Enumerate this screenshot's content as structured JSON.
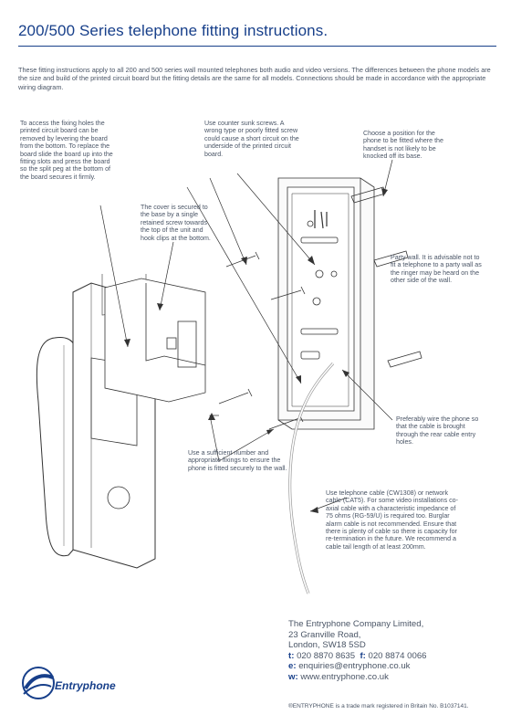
{
  "title": "200/500 Series telephone fitting instructions.",
  "intro": "These fitting instructions apply to all 200 and 500 series wall mounted telephones both audio and video versions. The differences between the phone models are the size and build of the printed circuit board but the fitting details are the same for all models. Connections should be made in accordance with the appropriate wiring diagram.",
  "notes": {
    "pcb_access": "To access the fixing holes the printed circuit board can be removed by levering the board from the bottom. To replace the board slide the board up into the fitting slots and press the board so the split peg at the bottom of the board secures it firmly.",
    "countersunk": "Use counter sunk screws. A wrong type or poorly fitted screw could cause a short circuit on the underside of the printed circuit board.",
    "position": "Choose a position for the phone to be fitted where the handset is not likely to be knocked off its base.",
    "cover": "The cover is secured to the base by a single retained screw towards the top of the unit and hook clips at the bottom.",
    "party_wall": "Party wall. It is advisable not to fit a telephone to a party wall as the ringer may be heard on the other side of the wall.",
    "wire_phone": "Preferably wire the phone so that the cable is brought through the rear cable entry holes.",
    "fixings": "Use a sufficient number and appropriate fixings to ensure the phone is fitted securely to the wall.",
    "cable": "Use telephone cable (CW1308) or network cable (CAT5). For some video installations co-axial cable with a characteristic impedance of 75 ohms (RG-59/U) is required too. Burglar alarm cable is not recommended. Ensure that there is plenty of cable so there is capacity for re-termination in the future. We recommend a cable tail length of at least 200mm."
  },
  "contact": {
    "company": "The Entryphone Company Limited,",
    "street": "23 Granville Road,",
    "city": "London,  SW18 5SD",
    "tel_label": "t:",
    "tel": "020 8870 8635",
    "fax_label": "f:",
    "fax": "020 8874 0066",
    "email_label": "e:",
    "email": "enquiries@entryphone.co.uk",
    "web_label": "w:",
    "web": "www.entryphone.co.uk"
  },
  "logo_text": "Entryphone",
  "trademark": "®ENTRYPHONE is a trade mark registered in Britain No. B1037141.",
  "colors": {
    "brand": "#173f8a",
    "text": "#4a5566",
    "line": "#333333"
  }
}
